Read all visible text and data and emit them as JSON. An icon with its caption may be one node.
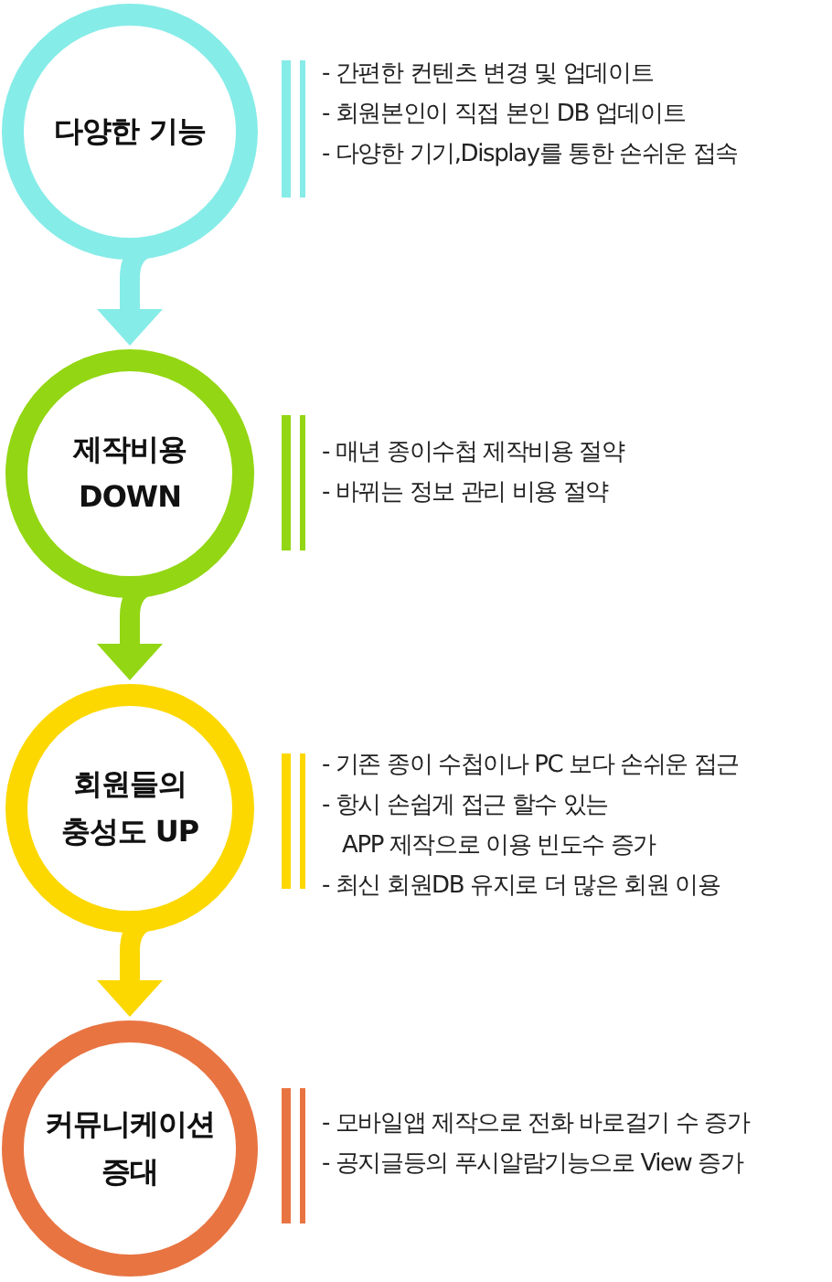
{
  "diagram": {
    "nodes": [
      {
        "text": [
          "다양한 기능"
        ],
        "beside": [
          "- 간편한 컨텐츠 변경 및 업데이트",
          "- 회원본인이 직접 본인 DB 업데이트",
          "- 다양한 기기,Display를 통한 손쉬운 접속"
        ]
      },
      {
        "text": [
          "제작비용 DOWN"
        ],
        "beside": [
          "- 매년 종이수첩 제작비용 절약",
          "- 바뀌는 정보 관리 비용 절약"
        ]
      },
      {
        "text": [
          "회원들의 충성도 UP"
        ],
        "beside": [
          "- 기존 종이 수첩이나 PC 보다 손쉬운 접근",
          "- 항시 손쉽게 접근 할수 있는 APP 제작으로 이용 빈도수 증가",
          "- 최신 회원DB 유지로 더 많은 회원 이용"
        ]
      },
      {
        "text": [
          "커뮤니케이션 증대"
        ],
        "beside": [
          "- 모바일앱 제작으로 전화 바로걸기 수 증가",
          "- 공지글등의 푸시알람기능으로 View 증가"
        ]
      }
    ],
    "edges": [
      {
        "from": 0,
        "to": 1,
        "arrow": "to",
        "color": "#86ece8"
      },
      {
        "from": 1,
        "to": 2,
        "arrow": "to",
        "color": "#93d613"
      },
      {
        "from": 2,
        "to": 3,
        "arrow": "to",
        "color": "#fcd800"
      }
    ]
  }
}
